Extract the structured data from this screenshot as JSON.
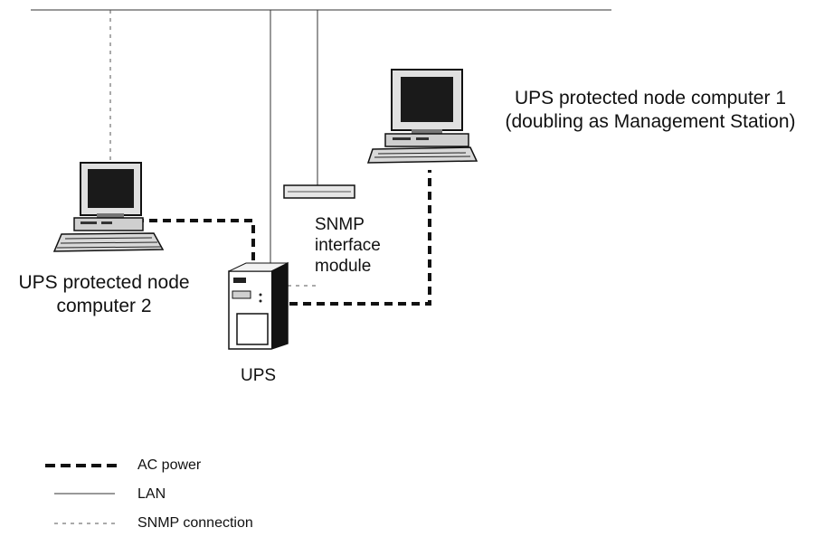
{
  "nodes": {
    "computer1": {
      "label_line1": "UPS protected node computer 1",
      "label_line2": "(doubling as Management Station)"
    },
    "computer2": {
      "label_line1": "UPS protected node",
      "label_line2": "computer 2"
    },
    "snmp_module": {
      "label_line1": "SNMP",
      "label_line2": "interface",
      "label_line3": "module"
    },
    "ups": {
      "label": "UPS"
    }
  },
  "legend": [
    {
      "style": "ac-power",
      "label": "AC power"
    },
    {
      "style": "lan",
      "label": "LAN"
    },
    {
      "style": "snmp",
      "label": "SNMP connection"
    }
  ],
  "colors": {
    "line": "#222222",
    "screen": "#1a1a1a"
  }
}
